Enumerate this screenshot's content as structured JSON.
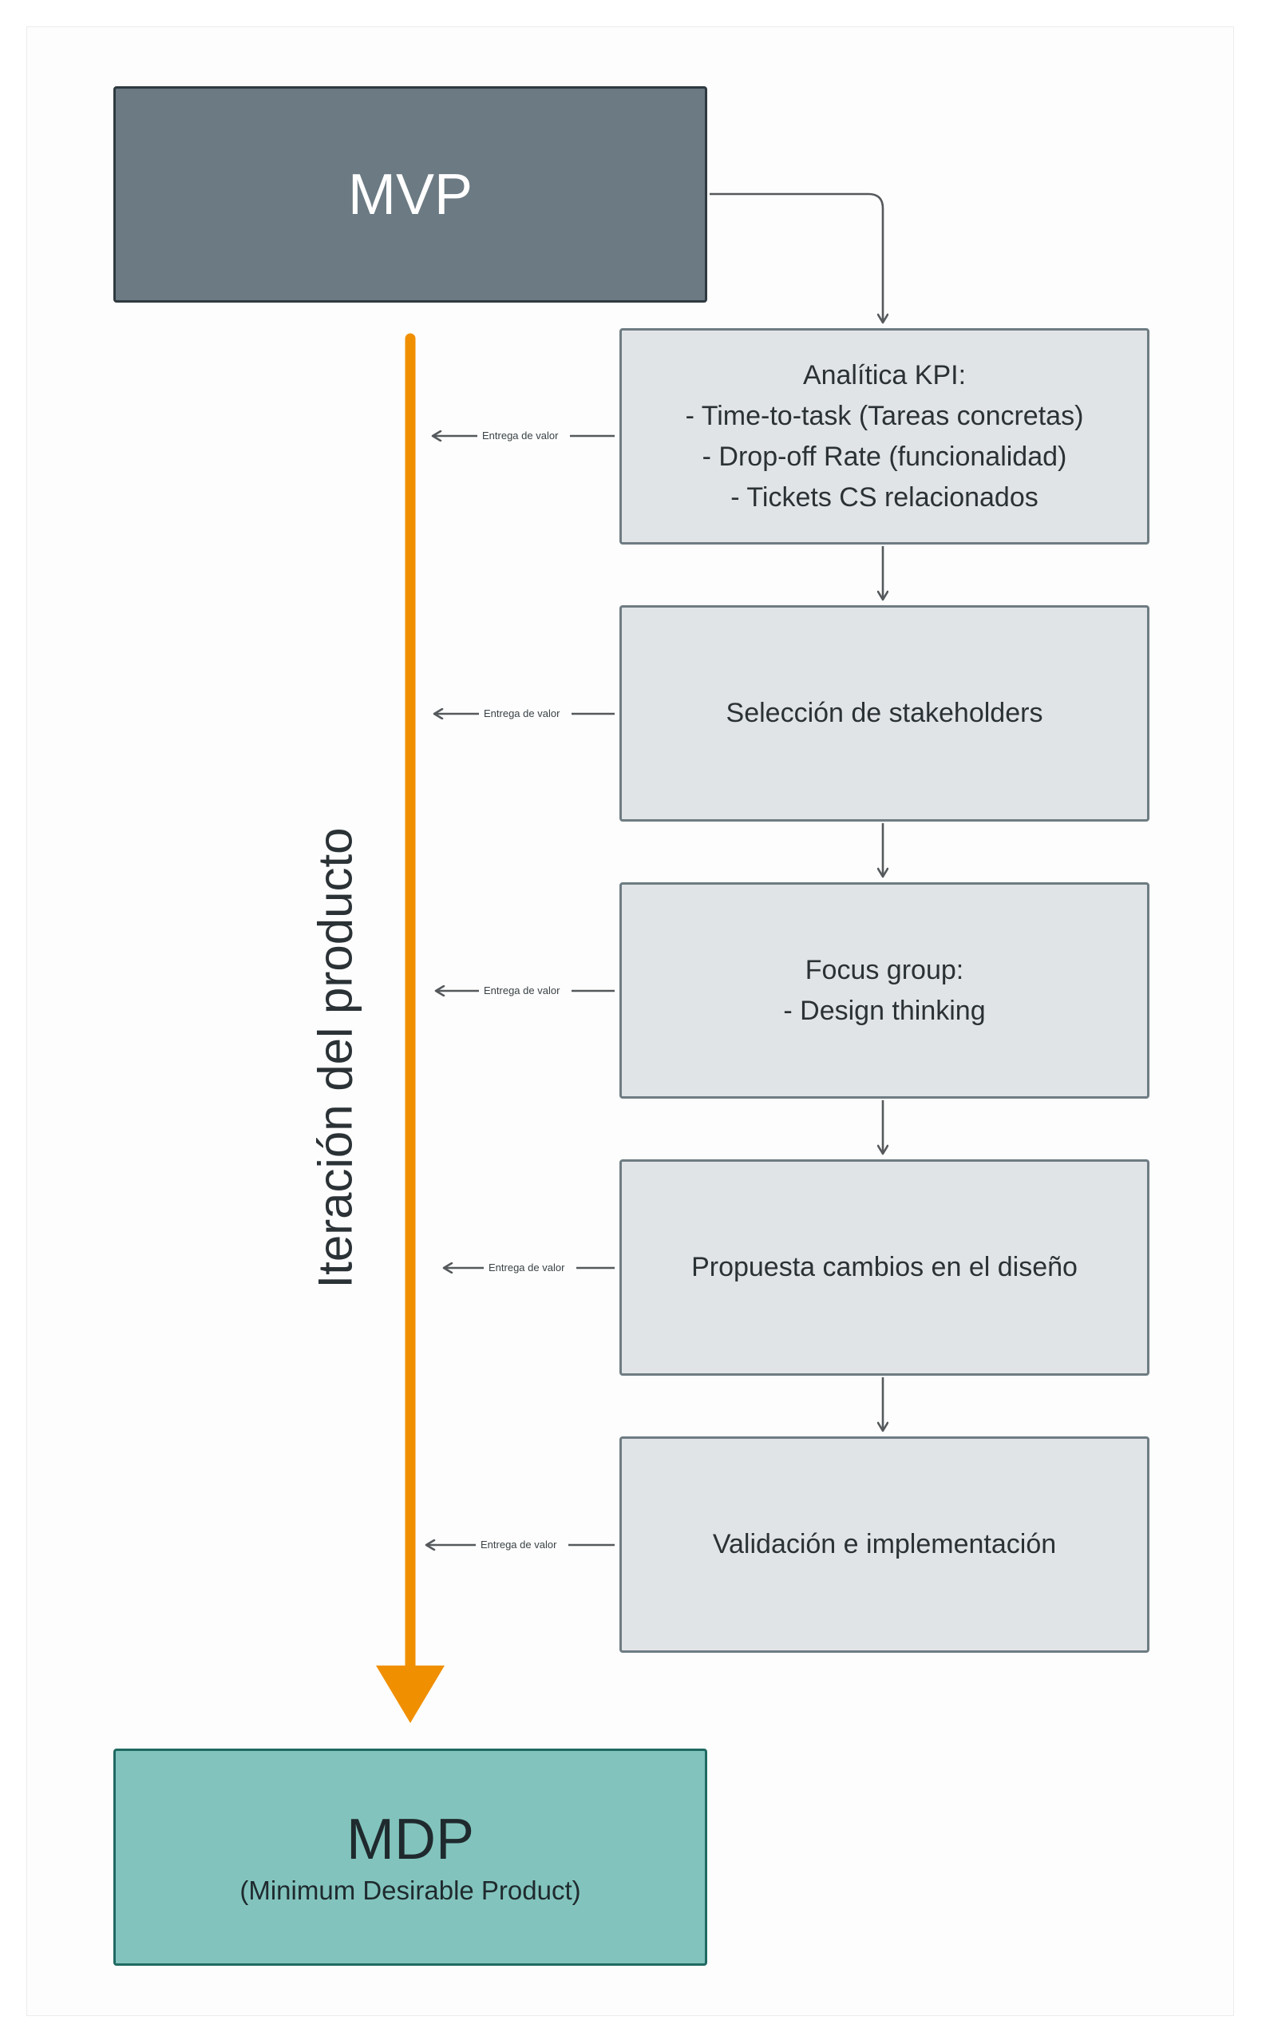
{
  "diagram": {
    "start_box": {
      "label": "MVP"
    },
    "steps": [
      {
        "lines": [
          "Analítica KPI:",
          "- Time-to-task (Tareas concretas)",
          "- Drop-off Rate (funcionalidad)",
          "- Tickets CS relacionados"
        ]
      },
      {
        "lines": [
          "Selección de stakeholders"
        ]
      },
      {
        "lines": [
          "Focus group:",
          "- Design thinking"
        ]
      },
      {
        "lines": [
          "Propuesta cambios en el diseño"
        ]
      },
      {
        "lines": [
          "Validación e implementación"
        ]
      }
    ],
    "delivery_label": "Entrega de valor",
    "iteration_label": "Iteración del producto",
    "end_box": {
      "label": "MDP",
      "sublabel": "(Minimum Desirable Product)"
    },
    "colors": {
      "mvp_fill": "#6b7a83",
      "mdp_fill": "#82c4bd",
      "step_fill": "#e1e4e6",
      "iteration_arrow": "#f08f00"
    }
  }
}
